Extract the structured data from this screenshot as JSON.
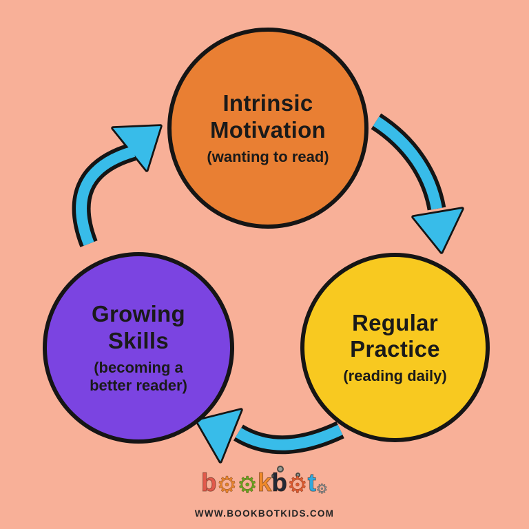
{
  "page": {
    "background_color": "#F8B098",
    "outline_color": "#151515",
    "arrow_color": "#38BCE9"
  },
  "diagram": {
    "type": "cycle",
    "nodes": [
      {
        "name": "intrinsic-motivation",
        "color": "#E97F33",
        "title_lines": [
          "Intrinsic",
          "Motivation"
        ],
        "subtitle_lines": [
          "(wanting to read)"
        ]
      },
      {
        "name": "regular-practice",
        "color": "#F8C920",
        "title_lines": [
          "Regular",
          "Practice"
        ],
        "subtitle_lines": [
          "(reading daily)"
        ]
      },
      {
        "name": "growing-skills",
        "color": "#7B44E1",
        "title_lines": [
          "Growing",
          "Skills"
        ],
        "subtitle_lines": [
          "(becoming a",
          "better reader)"
        ]
      }
    ],
    "arrows": [
      {
        "name": "motivation-to-practice",
        "from": "intrinsic-motivation",
        "to": "regular-practice"
      },
      {
        "name": "practice-to-skills",
        "from": "regular-practice",
        "to": "growing-skills"
      },
      {
        "name": "skills-to-motivation",
        "from": "growing-skills",
        "to": "intrinsic-motivation"
      }
    ]
  },
  "footer": {
    "logo": {
      "word": "bookbot",
      "letters": [
        {
          "char": "b",
          "color": "#E15A4B"
        },
        {
          "char": "⚙",
          "color": "#E8832C",
          "icon": "gear-o-icon"
        },
        {
          "char": "⚙",
          "color": "#68A41D",
          "icon": "gear-o-icon"
        },
        {
          "char": "k",
          "color": "#F08A2B"
        },
        {
          "char": "b",
          "color": "#232936"
        },
        {
          "char": "⚙",
          "color": "#DF5A2E",
          "icon": "gear-o-icon"
        },
        {
          "char": "t",
          "color": "#31A9DE"
        },
        {
          "char": "⚙",
          "color": "#8E8E8E",
          "icon": "gear-small-icon"
        }
      ]
    },
    "website": "WWW.BOOKBOTKIDS.COM"
  }
}
